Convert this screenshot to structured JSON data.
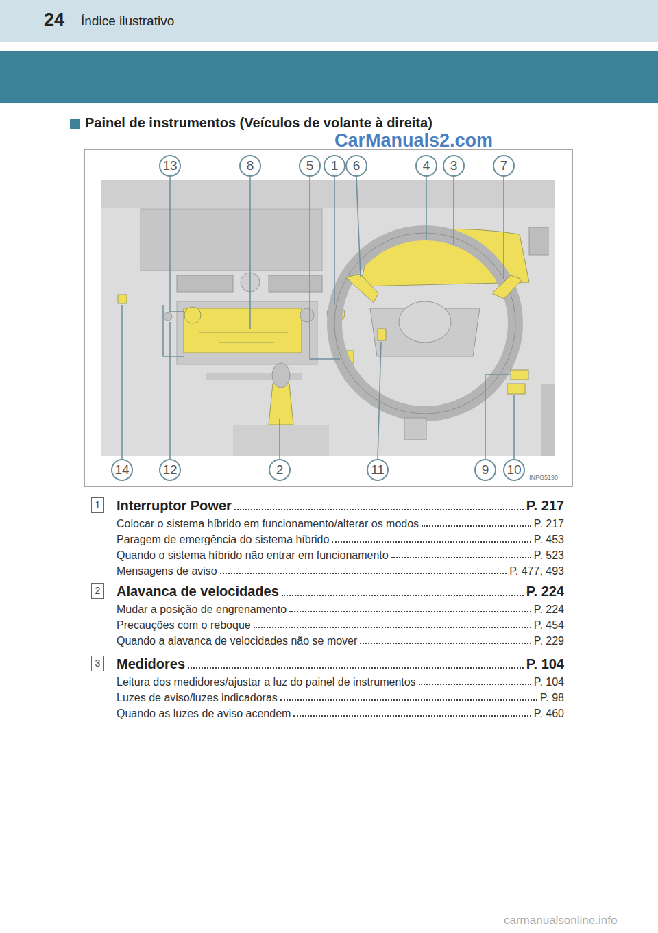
{
  "diagram": {
    "title": "Painel de instrumentos (Veículos de volante à direita)",
    "nodes": [
      {
        "text": [
          "24",
          "Índice ilustrativo"
        ]
      }
    ],
    "labels": [
      "CarManuals2.com",
      "13",
      "8",
      "5",
      "1",
      "6",
      "4",
      "3",
      "7",
      "14",
      "12",
      "2",
      "11",
      "9",
      "10",
      "INPG5190",
      "1",
      "Interruptor Power",
      "P. 217",
      "Colocar o sistema híbrido em funcionamento/alterar os modos",
      "P. 217",
      "Paragem de emergência do sistema híbrido",
      "P. 453",
      "Quando o sistema híbrido não entrar em funcionamento",
      "P. 523",
      "Mensagens de aviso",
      "P. 477, 493",
      "2",
      "Alavanca de velocidades",
      "P. 224",
      "Mudar a posição de engrenamento",
      "P. 224",
      "Precauções com o reboque",
      "P. 454",
      "Quando a alavanca de velocidades não se mover",
      "P. 229",
      "3",
      "Medidores",
      "P. 104",
      "Leitura dos medidores/ajustar a luz do painel de instrumentos",
      "P. 104",
      "Luzes de aviso/luzes indicadoras",
      "P. 98",
      "Quando as luzes de aviso acendem",
      "P. 460",
      "carmanualsonline.info"
    ]
  }
}
